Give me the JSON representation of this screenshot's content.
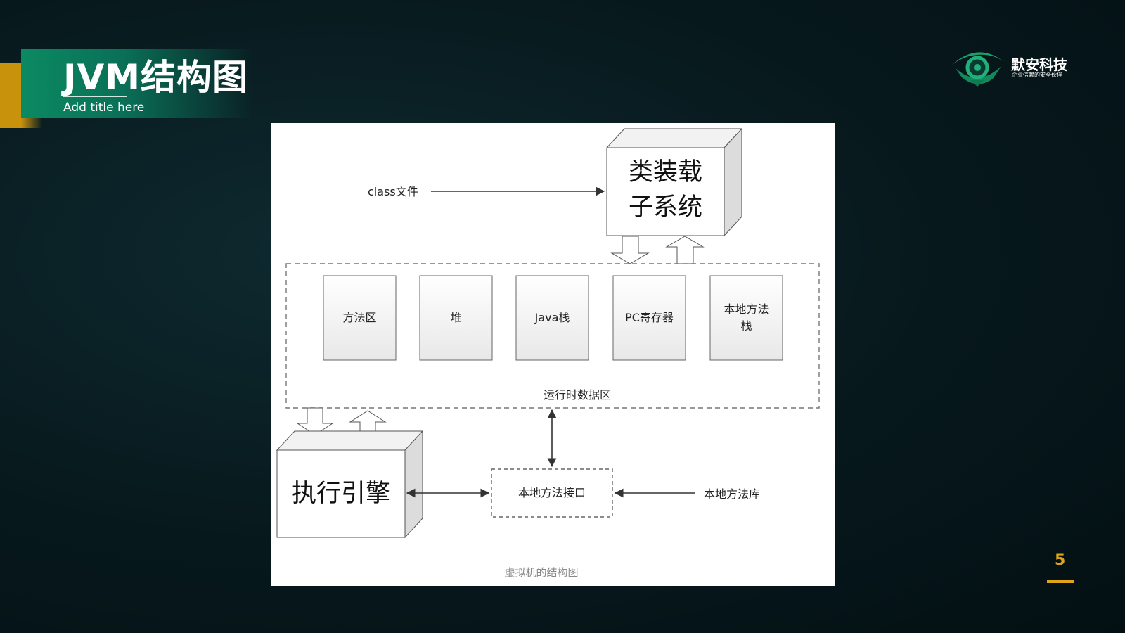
{
  "slide": {
    "title": "JVM结构图",
    "subtitle": "Add title here",
    "page_number": "5"
  },
  "brand": {
    "name": "默安科技",
    "tagline": "企业信赖的安全伙伴",
    "logo_icon": "eye-shield-icon"
  },
  "diagram": {
    "class_loader": [
      "类装载",
      "子系统"
    ],
    "class_file": "class文件",
    "runtime_area_label": "运行时数据区",
    "areas": [
      "方法区",
      "堆",
      "Java栈",
      "PC寄存器",
      "本地方法栈"
    ],
    "execution_engine": "执行引擎",
    "native_interface": "本地方法接口",
    "native_library": "本地方法库",
    "caption": "虚拟机的结构图"
  },
  "colors": {
    "accent_green": "#0b8a62",
    "accent_gold": "#e0a418",
    "background": "#07181c"
  }
}
